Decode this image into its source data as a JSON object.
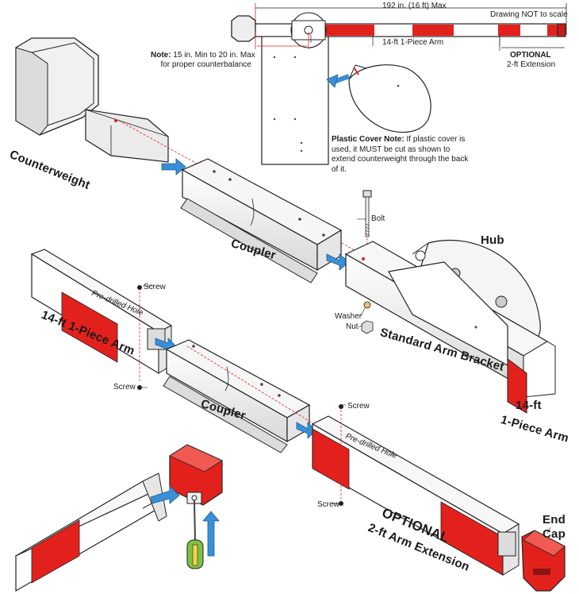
{
  "top_view": {
    "max_length": "192 in. (16 ft) Max",
    "scale_note": "Drawing NOT to scale",
    "arm_label": "14-ft 1-Piece Arm",
    "optional_title": "OPTIONAL",
    "extension_label": "2-ft Extension",
    "note_bold": "Note:",
    "note_text_1": " 15 in. Min to 20 in. Max",
    "note_text_2": "for proper counterbalance"
  },
  "plastic_cover_note": {
    "bold": "Plastic Cover Note:",
    "text": " If plastic cover is used, it MUST be cut as shown to extend counterweight through the back of it."
  },
  "labels": {
    "counterweight": "Counterweight",
    "coupler_top": "Coupler",
    "bolt": "Bolt",
    "hub": "Hub",
    "washer": "Washer",
    "nut": "Nut",
    "standard_arm_bracket": "Standard Arm Bracket",
    "screw_1": "Screw",
    "screw_2": "Screw",
    "screw_3": "Screw",
    "screw_4": "Screw",
    "arm_left": "14-ft 1-Piece Arm",
    "arm_right_1": "14-ft",
    "arm_right_2": "1-Piece Arm",
    "coupler_bottom": "Coupler",
    "predrilled_1": "Pre-drilled Hole",
    "predrilled_2": "Pre-drilled Hole",
    "optional": "OPTIONAL",
    "arm_extension": "2-ft Arm Extension",
    "end": "End",
    "cap": "Cap"
  },
  "colors": {
    "arm_red": "#e3211c",
    "outline": "#222222",
    "dim_line": "#d7261e",
    "light_gray": "#efefef",
    "arrow_blue": "#3a8fd6",
    "screwdriver_handle": "#7dc242"
  }
}
